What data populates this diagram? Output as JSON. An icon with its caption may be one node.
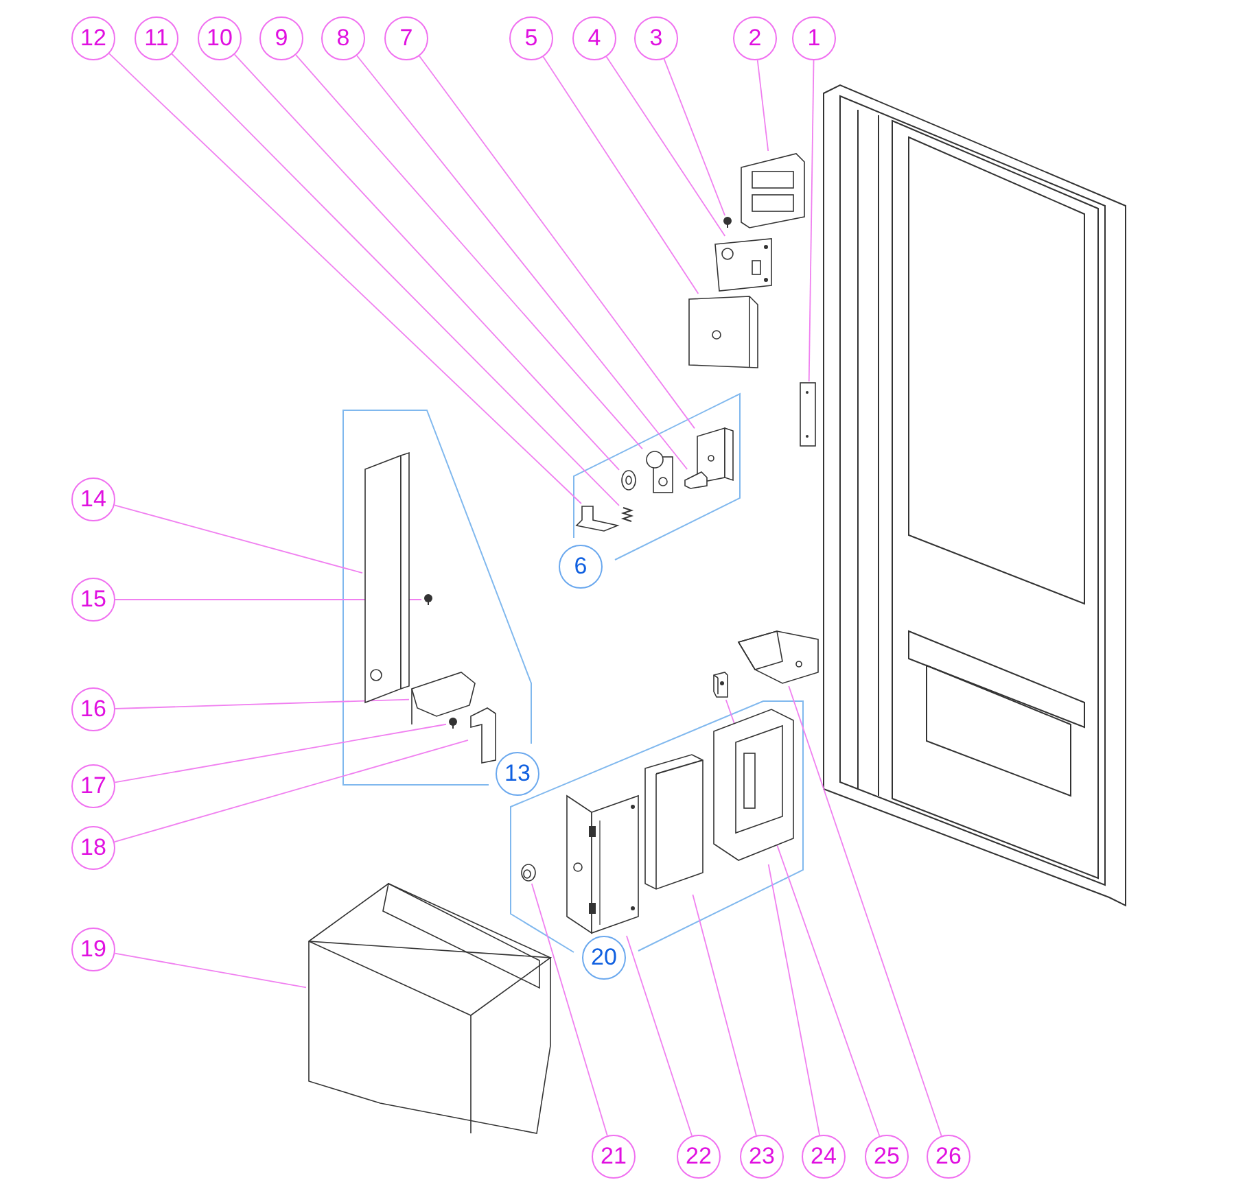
{
  "diagram": {
    "nodes": [
      {
        "text": [
          "1"
        ]
      },
      {
        "text": [
          "2"
        ]
      },
      {
        "text": [
          "3"
        ]
      },
      {
        "text": [
          "4"
        ]
      },
      {
        "text": [
          "5"
        ]
      },
      {
        "text": [
          "6"
        ]
      },
      {
        "text": [
          "7"
        ]
      },
      {
        "text": [
          "8"
        ]
      },
      {
        "text": [
          "9"
        ]
      },
      {
        "text": [
          "10"
        ]
      },
      {
        "text": [
          "11"
        ]
      },
      {
        "text": [
          "12"
        ]
      },
      {
        "text": [
          "13"
        ]
      },
      {
        "text": [
          "14"
        ]
      },
      {
        "text": [
          "15"
        ]
      },
      {
        "text": [
          "16"
        ]
      },
      {
        "text": [
          "17"
        ]
      },
      {
        "text": [
          "18"
        ]
      },
      {
        "text": [
          "19"
        ]
      },
      {
        "text": [
          "20"
        ]
      },
      {
        "text": [
          "21"
        ]
      },
      {
        "text": [
          "22"
        ]
      },
      {
        "text": [
          "23"
        ]
      },
      {
        "text": [
          "24"
        ]
      },
      {
        "text": [
          "25"
        ]
      },
      {
        "text": [
          "26"
        ]
      },
      {
        "text": [],
        "shape": "picture"
      },
      {
        "text": [],
        "shape": "picture"
      },
      {
        "text": [],
        "shape": "picture"
      },
      {
        "text": [],
        "shape": "picture"
      },
      {
        "text": [],
        "shape": "picture"
      },
      {
        "text": [],
        "shape": "picture"
      },
      {
        "text": [],
        "shape": "picture"
      },
      {
        "text": [],
        "shape": "picture"
      },
      {
        "text": [],
        "shape": "picture"
      },
      {
        "text": [],
        "shape": "picture"
      },
      {
        "text": [],
        "shape": "picture"
      },
      {
        "text": [],
        "shape": "picture"
      },
      {
        "text": [],
        "shape": "picture"
      },
      {
        "text": [],
        "shape": "picture"
      },
      {
        "text": [],
        "shape": "picture"
      },
      {
        "text": [],
        "shape": "picture"
      },
      {
        "text": [],
        "shape": "picture"
      },
      {
        "text": [],
        "shape": "picture"
      },
      {
        "text": [],
        "shape": "picture"
      },
      {
        "text": [],
        "shape": "picture"
      },
      {
        "text": [],
        "shape": "picture"
      },
      {
        "text": [],
        "shape": "picture"
      },
      {
        "text": [],
        "shape": "picture"
      }
    ],
    "edges": [
      {
        "from": 0,
        "to": 26,
        "arrow": "none"
      },
      {
        "from": 1,
        "to": 27,
        "arrow": "none"
      },
      {
        "from": 2,
        "to": 28,
        "arrow": "none"
      },
      {
        "from": 3,
        "to": 29,
        "arrow": "none"
      },
      {
        "from": 4,
        "to": 30,
        "arrow": "none"
      },
      {
        "from": 6,
        "to": 31,
        "arrow": "none"
      },
      {
        "from": 7,
        "to": 32,
        "arrow": "none"
      },
      {
        "from": 8,
        "to": 33,
        "arrow": "none"
      },
      {
        "from": 9,
        "to": 34,
        "arrow": "none"
      },
      {
        "from": 10,
        "to": 35,
        "arrow": "none"
      },
      {
        "from": 11,
        "to": 36,
        "arrow": "none"
      },
      {
        "from": 13,
        "to": 37,
        "arrow": "none"
      },
      {
        "from": 14,
        "to": 38,
        "arrow": "none"
      },
      {
        "from": 15,
        "to": 39,
        "arrow": "none"
      },
      {
        "from": 16,
        "to": 40,
        "arrow": "none"
      },
      {
        "from": 17,
        "to": 41,
        "arrow": "none"
      },
      {
        "from": 18,
        "to": 42,
        "arrow": "none"
      },
      {
        "from": 20,
        "to": 43,
        "arrow": "none"
      },
      {
        "from": 21,
        "to": 44,
        "arrow": "none"
      },
      {
        "from": 22,
        "to": 45,
        "arrow": "none"
      },
      {
        "from": 23,
        "to": 46,
        "arrow": "none"
      },
      {
        "from": 24,
        "to": 47,
        "arrow": "none"
      },
      {
        "from": 25,
        "to": 48,
        "arrow": "none"
      }
    ]
  }
}
